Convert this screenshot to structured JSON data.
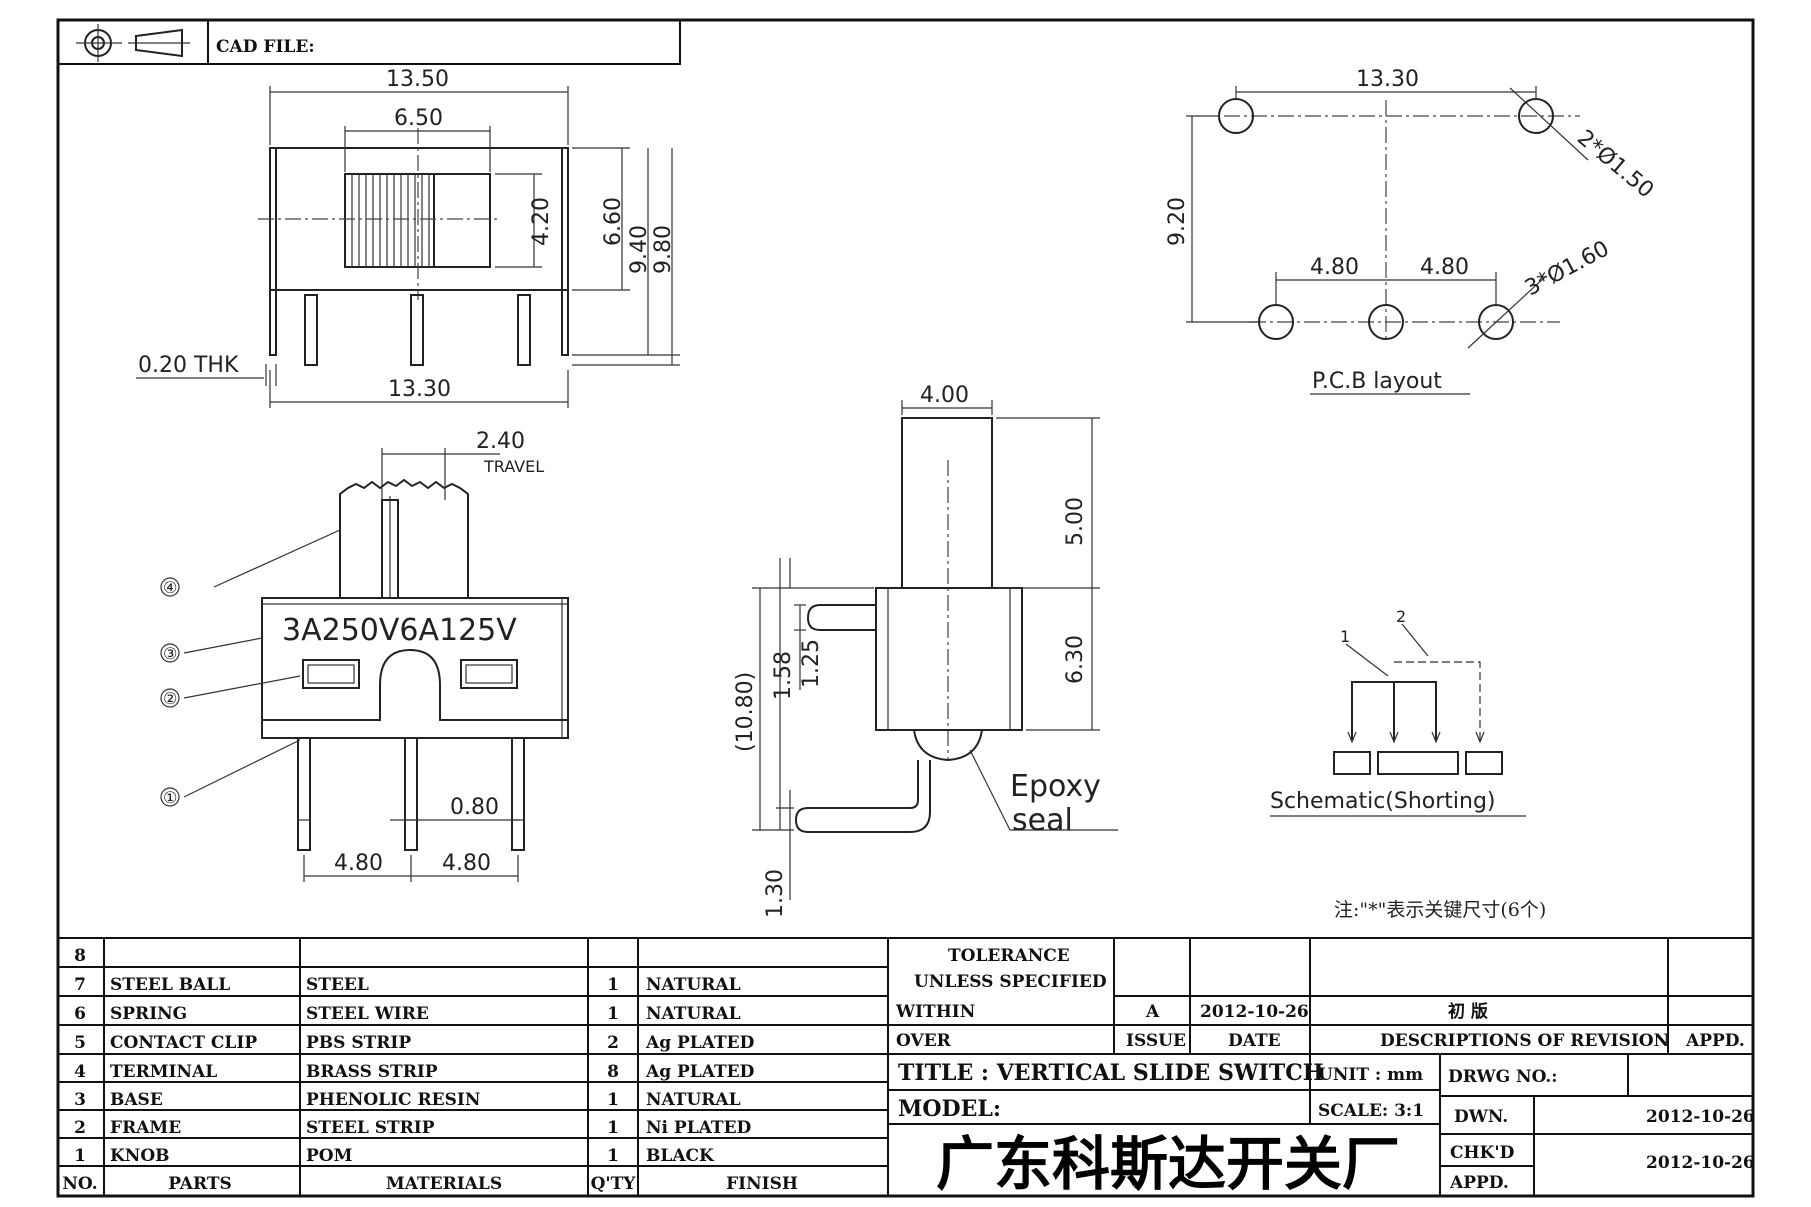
{
  "header": {
    "cad_file_label": "CAD FILE:",
    "projection_symbol": "first-angle-projection-icon"
  },
  "views": {
    "top_view": {
      "dim_overall_width": "13.50",
      "dim_slot_width": "6.50",
      "dim_knob_height": "4.20",
      "dim_body_height": "6.60",
      "dim_height_a": "9.40",
      "dim_height_b": "9.80",
      "dim_thickness": "0.20  THK",
      "dim_pin_span": "13.30"
    },
    "front_view": {
      "dim_travel": "2.40",
      "travel_label": "TRAVEL",
      "body_marking": "3A250V6A125V",
      "dim_pin_width": "0.80",
      "dim_pitch_left": "4.80",
      "dim_pitch_right": "4.80",
      "callouts": [
        "④",
        "③",
        "②",
        "①"
      ]
    },
    "side_view": {
      "dim_knob_width": "4.00",
      "dim_knob_height": "5.00",
      "dim_body_height": "6.30",
      "dim_total": "(10.80)",
      "dim_a": "1.58",
      "dim_b": "1.25",
      "dim_lead": "1.30",
      "epoxy_line1": "Epoxy",
      "epoxy_line2": "seal"
    },
    "pcb_layout": {
      "dim_width": "13.30",
      "dim_height": "9.20",
      "dim_pitch_left": "4.80",
      "dim_pitch_right": "4.80",
      "hole_large": "2*Ø1.50",
      "hole_small": "3*Ø1.60",
      "title": "P.C.B  layout"
    },
    "schematic": {
      "label_1": "1",
      "label_2": "2",
      "title": "Schematic(Shorting)"
    },
    "note": "注:\"*\"表示关键尺寸(6个)"
  },
  "bom": {
    "rows": [
      {
        "no": "8",
        "part": "",
        "material": "",
        "qty": "",
        "finish": ""
      },
      {
        "no": "7",
        "part": "STEEL BALL",
        "material": "STEEL",
        "qty": "1",
        "finish": "NATURAL"
      },
      {
        "no": "6",
        "part": "SPRING",
        "material": "STEEL WIRE",
        "qty": "1",
        "finish": "NATURAL"
      },
      {
        "no": "5",
        "part": "CONTACT CLIP",
        "material": "PBS STRIP",
        "qty": "2",
        "finish": "Ag PLATED"
      },
      {
        "no": "4",
        "part": "TERMINAL",
        "material": "BRASS STRIP",
        "qty": "8",
        "finish": "Ag PLATED"
      },
      {
        "no": "3",
        "part": "BASE",
        "material": "PHENOLIC RESIN",
        "qty": "1",
        "finish": "NATURAL"
      },
      {
        "no": "2",
        "part": "FRAME",
        "material": "STEEL STRIP",
        "qty": "1",
        "finish": "Ni PLATED"
      },
      {
        "no": "1",
        "part": "KNOB",
        "material": "POM",
        "qty": "1",
        "finish": "BLACK"
      }
    ],
    "headers": {
      "no": "NO.",
      "part": "PARTS",
      "material": "MATERIALS",
      "qty": "Q'TY",
      "finish": "FINISH"
    }
  },
  "title_block": {
    "tolerance_line1": "TOLERANCE",
    "tolerance_line2": "UNLESS   SPECIFIED",
    "within": "WITHIN",
    "over": "OVER",
    "rev_issue": "A",
    "rev_date": "2012-10-26",
    "rev_desc": "初    版",
    "issue_label": "ISSUE",
    "date_label": "DATE",
    "desc_label": "DESCRIPTIONS  OF  REVISION",
    "appd_label": "APPD.",
    "title": "TITLE :   VERTICAL  SLIDE  SWITCH",
    "unit": "UNIT :   mm",
    "drwg_no": "DRWG  NO.:",
    "model": "MODEL:",
    "scale": "SCALE:   3:1",
    "dwn_label": "DWN.",
    "dwn_date": "2012-10-26",
    "chkd_label": "CHK'D",
    "chkd_date": "2012-10-26",
    "appd2_label": "APPD.",
    "company": "广东科斯达开关厂"
  }
}
